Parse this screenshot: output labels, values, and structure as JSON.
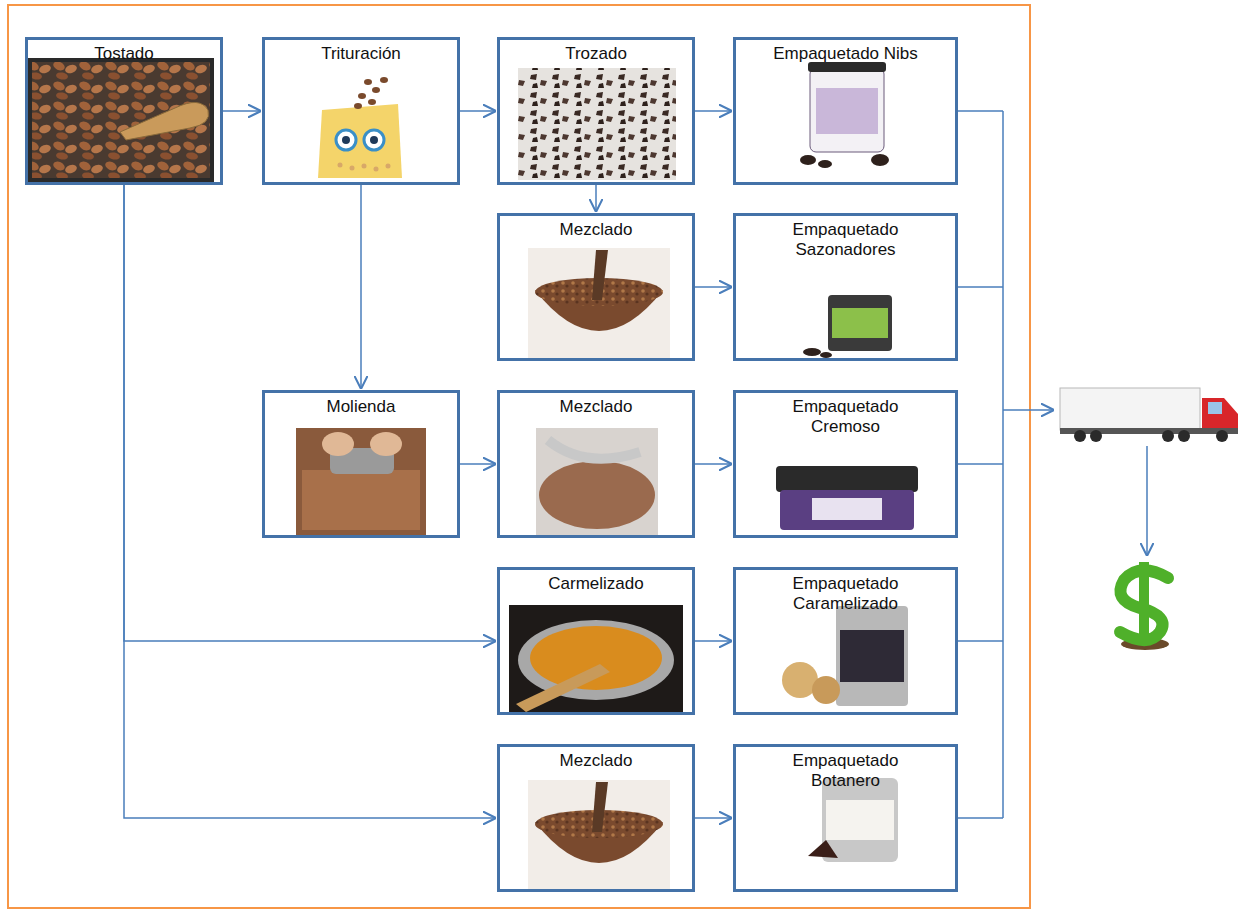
{
  "diagram": {
    "nodes": [
      {
        "text": [
          "Tostado"
        ]
      },
      {
        "text": [
          "Trituración"
        ]
      },
      {
        "text": [
          "Trozado"
        ]
      },
      {
        "text": [
          "Empaquetado Nibs"
        ]
      },
      {
        "text": [
          "Mezclado"
        ]
      },
      {
        "text": [
          "Empaquetado Sazonadores"
        ]
      },
      {
        "text": [
          "Molienda"
        ]
      },
      {
        "text": [
          "Mezclado"
        ]
      },
      {
        "text": [
          "Empaquetado Cremoso"
        ]
      },
      {
        "text": [
          "Carmelizado"
        ]
      },
      {
        "text": [
          "Empaquetado Caramelizado"
        ]
      },
      {
        "text": [
          "Mezclado"
        ]
      },
      {
        "text": [
          "Empaquetado Botanero"
        ]
      }
    ],
    "edges": [
      {
        "from": 0,
        "to": 1,
        "arrow": "to"
      },
      {
        "from": 1,
        "to": 2,
        "arrow": "to"
      },
      {
        "from": 2,
        "to": 3,
        "arrow": "to"
      },
      {
        "from": 2,
        "to": 4,
        "arrow": "to"
      },
      {
        "from": 4,
        "to": 5,
        "arrow": "to"
      },
      {
        "from": 1,
        "to": 6,
        "arrow": "to"
      },
      {
        "from": 6,
        "to": 7,
        "arrow": "to"
      },
      {
        "from": 7,
        "to": 8,
        "arrow": "to"
      },
      {
        "from": 0,
        "to": 9,
        "arrow": "to"
      },
      {
        "from": 9,
        "to": 10,
        "arrow": "to"
      },
      {
        "from": 0,
        "to": 11,
        "arrow": "to"
      },
      {
        "from": 11,
        "to": 12,
        "arrow": "to"
      }
    ]
  }
}
